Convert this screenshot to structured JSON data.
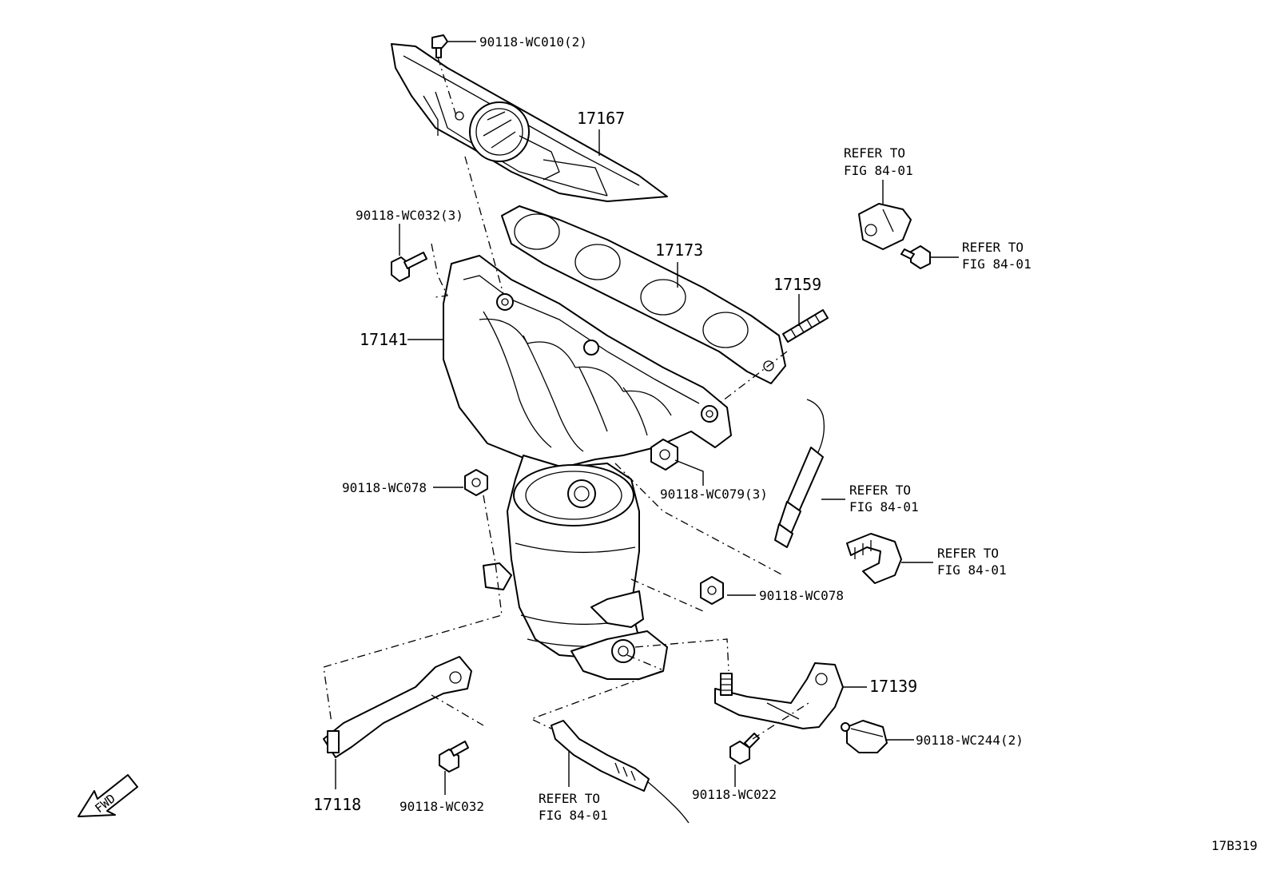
{
  "labels": {
    "p17167": "17167",
    "p17173": "17173",
    "p17159": "17159",
    "p17141": "17141",
    "p17139": "17139",
    "p17118": "17118",
    "b_wc010": "90118-WC010(2)",
    "b_wc032_3": "90118-WC032(3)",
    "b_wc078_left": "90118-WC078",
    "b_wc079": "90118-WC079(3)",
    "b_wc078_right": "90118-WC078",
    "b_wc244": "90118-WC244(2)",
    "b_wc032": "90118-WC032",
    "b_wc022": "90118-WC022",
    "figure_code": "17B319",
    "fwd": "FWD"
  },
  "refs": {
    "refer_to": "REFER TO",
    "fig": "FIG 84-01"
  }
}
